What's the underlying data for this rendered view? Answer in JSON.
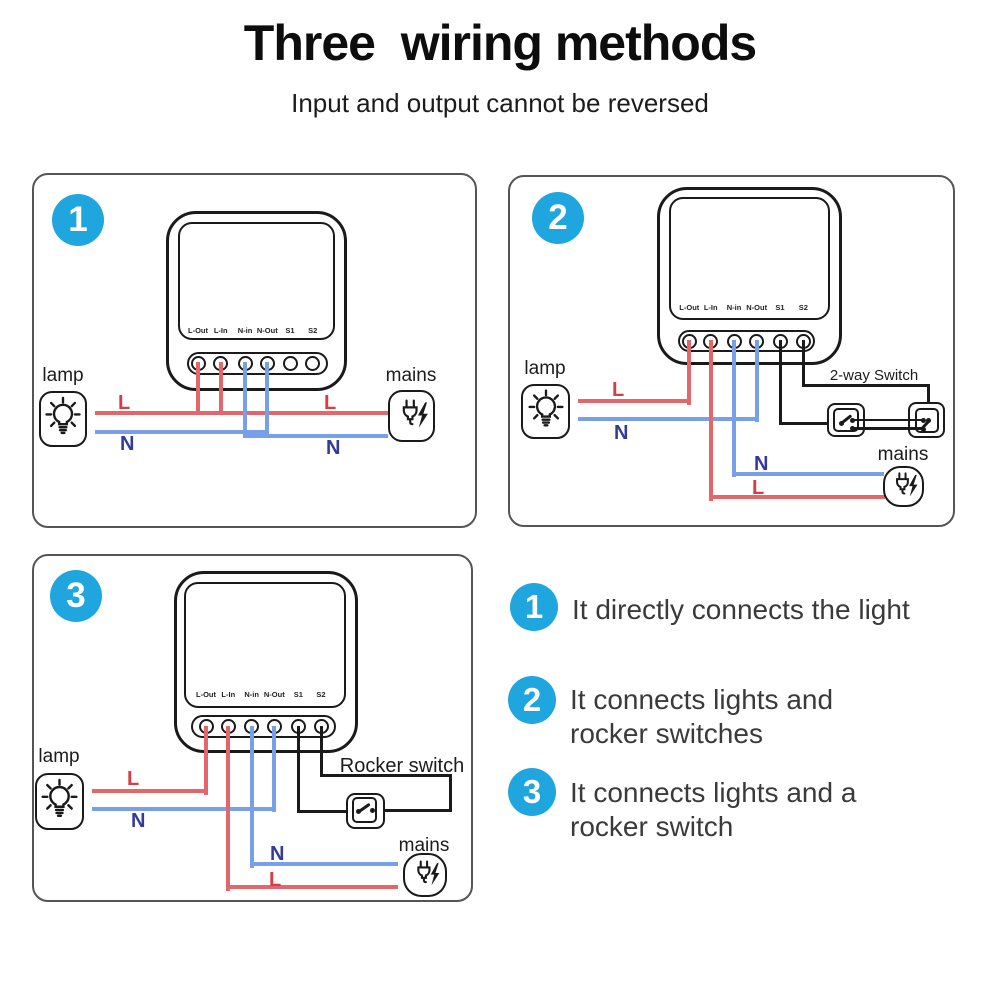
{
  "title": "Three  wiring methods",
  "subtitle": "Input and output cannot be reversed",
  "colors": {
    "accent_blue": "#1fa6df",
    "wire_red": "#e2666a",
    "wire_blue": "#77a0e8",
    "wire_black": "#1a1a1a",
    "label_red": "#d93d43",
    "label_navy": "#333a9e"
  },
  "device_terminals": [
    "L-Out",
    "L-In",
    "N-in",
    "N-Out",
    "S1",
    "S2"
  ],
  "panels": [
    {
      "number": "1",
      "lamp": "lamp",
      "mains": "mains",
      "wire_labels": {
        "l_left": "L",
        "n_left": "N",
        "l_right": "L",
        "n_right": "N"
      }
    },
    {
      "number": "2",
      "lamp": "lamp",
      "mains": "mains",
      "switch": "2-way Switch",
      "wire_labels": {
        "l_left": "L",
        "n_left": "N",
        "l_right": "L",
        "n_right": "N"
      }
    },
    {
      "number": "3",
      "lamp": "lamp",
      "mains": "mains",
      "switch": "Rocker switch",
      "wire_labels": {
        "l_left": "L",
        "n_left": "N",
        "l_right": "L",
        "n_right": "N"
      }
    }
  ],
  "legend": [
    {
      "number": "1",
      "lines": [
        "It directly connects the light"
      ]
    },
    {
      "number": "2",
      "lines": [
        "It connects lights and",
        "rocker switches"
      ]
    },
    {
      "number": "3",
      "lines": [
        "It connects lights and a",
        "rocker switch"
      ]
    }
  ]
}
